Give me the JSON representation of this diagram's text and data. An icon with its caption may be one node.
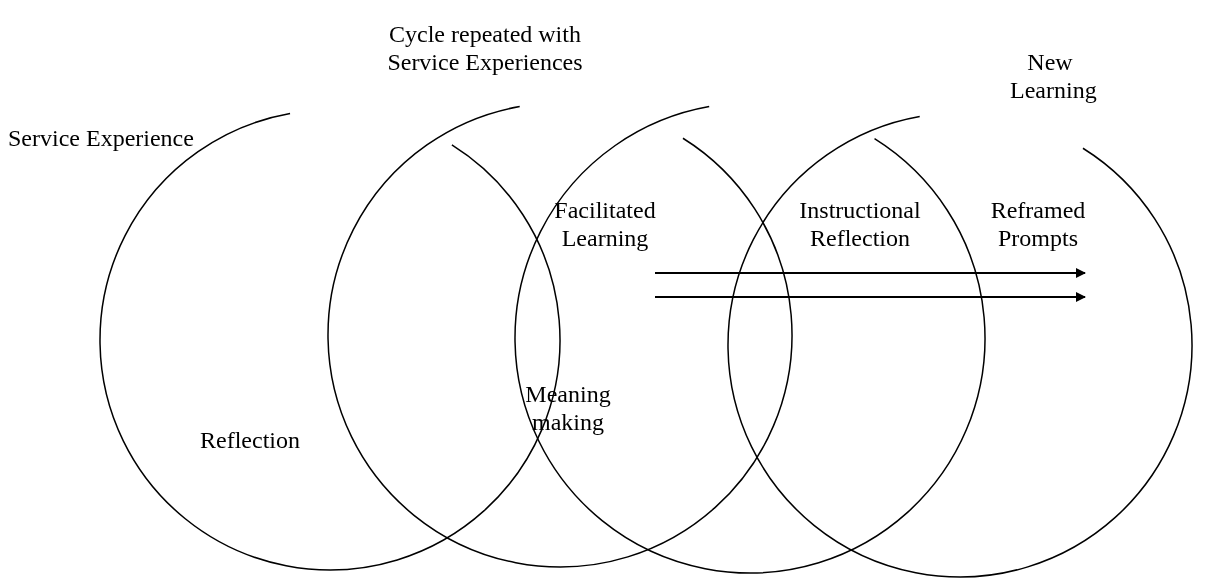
{
  "diagram": {
    "labels": [
      "Cycle repeated with Service Experiences",
      "New Learning",
      "Service Experience",
      "Facilitated Learning",
      "Instructional Reflection",
      "Reframed Prompts",
      "Meaning making",
      "Reflection"
    ]
  }
}
